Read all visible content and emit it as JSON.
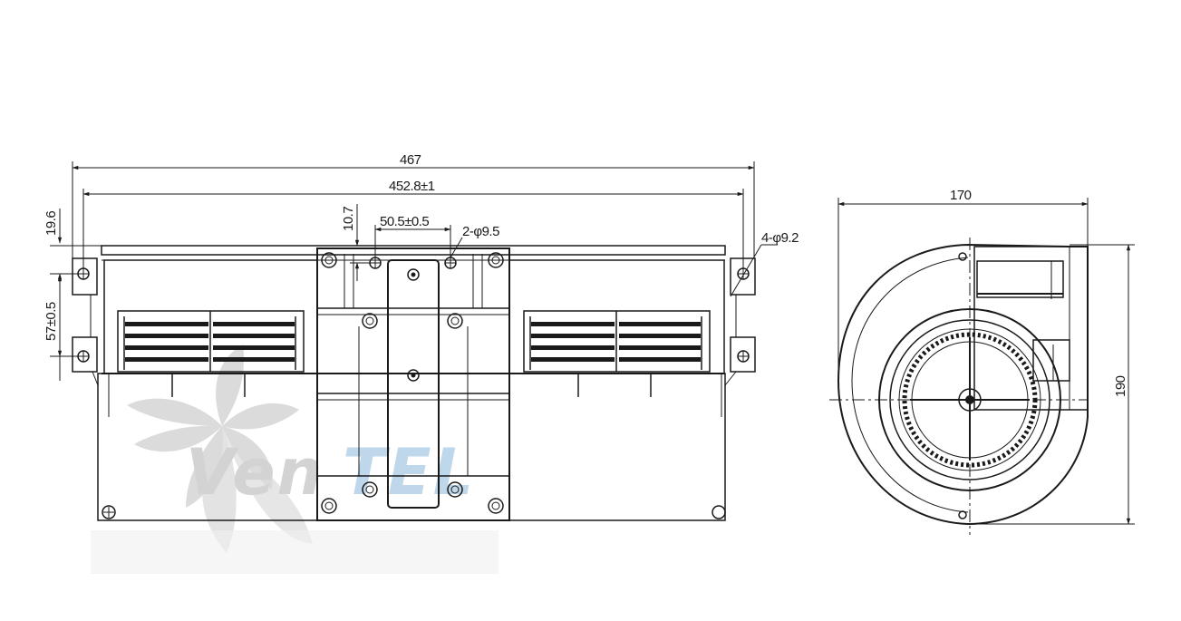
{
  "front_view": {
    "dims": {
      "overall_length": "467",
      "hole_spacing": "452.8±1",
      "center_holes": "50.5±0.5",
      "center_hole_spec": "2-φ9.5",
      "flange_offset": "10.7",
      "top_offset": "19.6",
      "flange_hole_spacing": "57±0.5",
      "flange_hole_spec": "4-φ9.2"
    }
  },
  "side_view": {
    "dims": {
      "width": "170",
      "height": "190"
    }
  },
  "watermark": {
    "text": "VenTEL"
  },
  "colors": {
    "line": "#1a1a1a",
    "watermark_grey": "#d4d4d4",
    "watermark_blue": "#b8d4ea"
  }
}
